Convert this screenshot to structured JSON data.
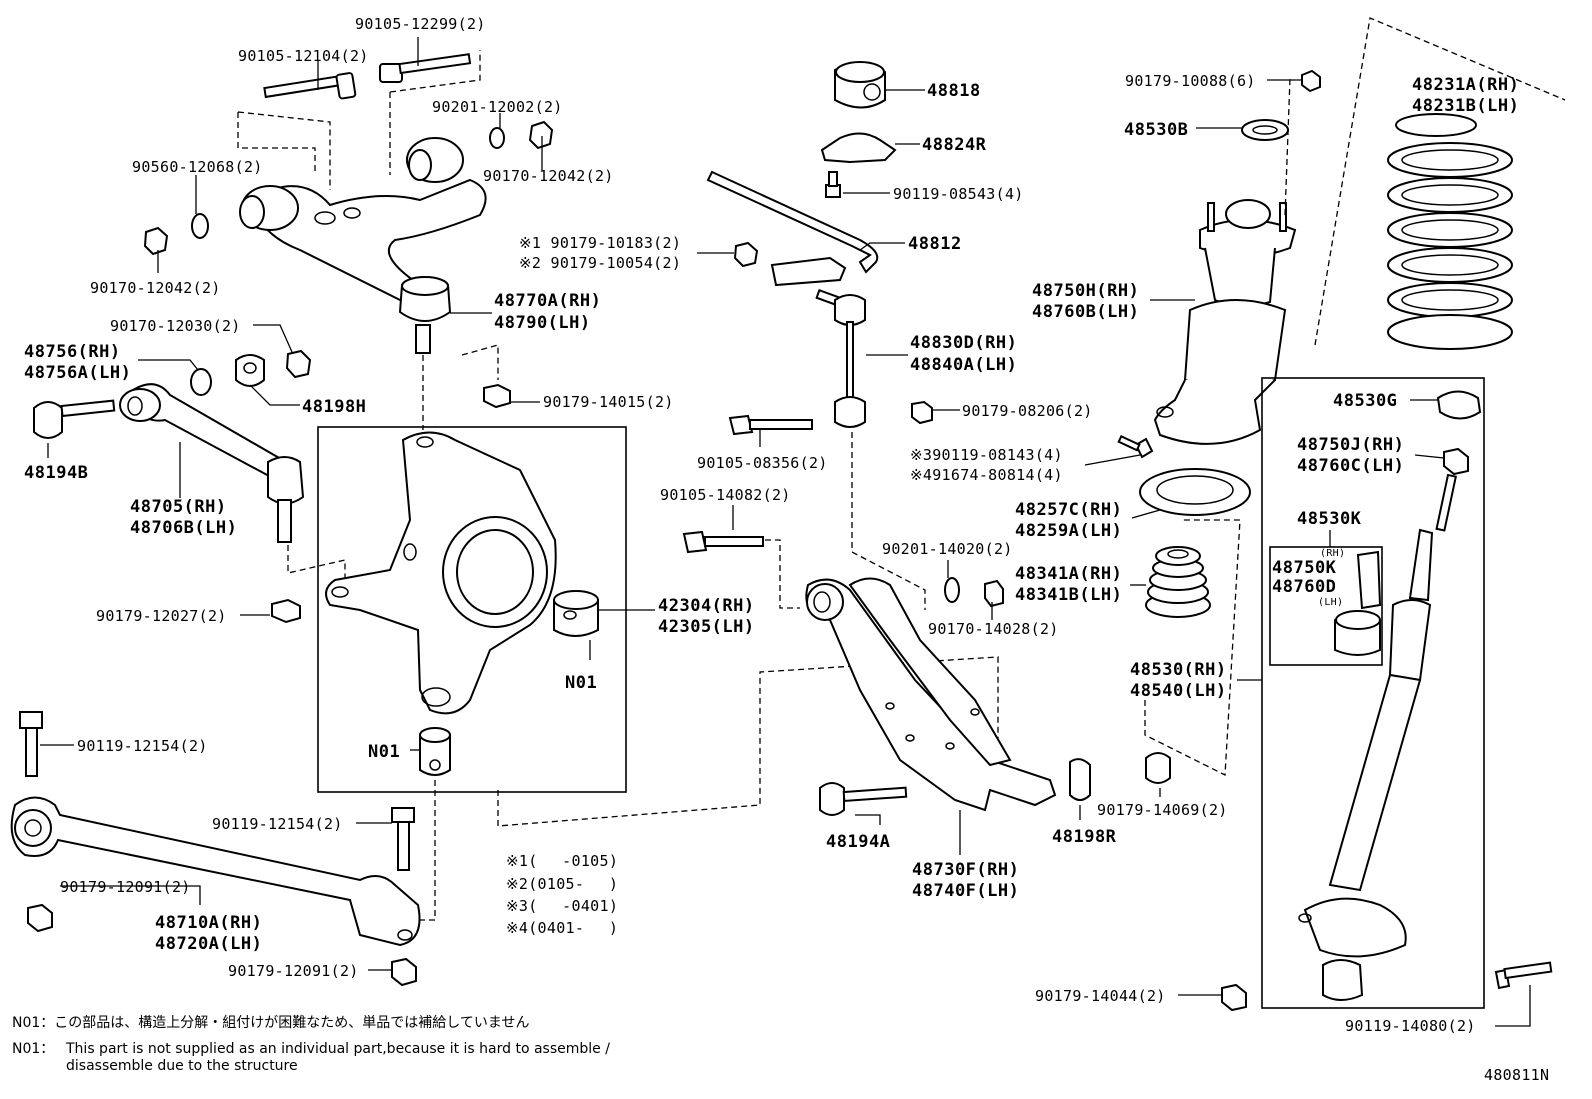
{
  "drawing_id": "480811N",
  "labels": {
    "p90105_12299": "90105-12299(2)",
    "p90105_12104": "90105-12104(2)",
    "p90201_12002": "90201-12002(2)",
    "p90170_12042_a": "90170-12042(2)",
    "p90560_12068": "90560-12068(2)",
    "p90170_12042_b": "90170-12042(2)",
    "p48770A": "48770A(RH)",
    "p48790": "48790(LH)",
    "p90170_12030": "90170-12030(2)",
    "p48756": "48756(RH)",
    "p48756A": "48756A(LH)",
    "p48198H": "48198H",
    "p90179_14015": "90179-14015(2)",
    "p48194B": "48194B",
    "p48705": "48705(RH)",
    "p48706B": "48706B(LH)",
    "p90179_12027": "90179-12027(2)",
    "p90119_12154_a": "90119-12154(2)",
    "p90119_12154_b": "90119-12154(2)",
    "p90179_12091_a": "90179-12091(2)",
    "p48710A": "48710A(RH)",
    "p48720A": "48720A(LH)",
    "p90179_12091_b": "90179-12091(2)",
    "pN01_a": "N01",
    "pN01_b": "N01",
    "p42304": "42304(RH)",
    "p42305": "42305(LH)",
    "p48818": "48818",
    "p48824R": "48824R",
    "p90119_08543": "90119-08543(4)",
    "p48812": "48812",
    "p90179_10183": "※1 90179-10183(2)",
    "p90179_10054": "※2 90179-10054(2)",
    "p48830D": "48830D(RH)",
    "p48840A": "48840A(LH)",
    "p90179_08206": "90179-08206(2)",
    "p90105_08356": "90105-08356(2)",
    "p90119_08143": "※390119-08143(4)",
    "p91674_80814": "※491674-80814(4)",
    "p90105_14082": "90105-14082(2)",
    "p90201_14020": "90201-14020(2)",
    "p90170_14028": "90170-14028(2)",
    "p48194A": "48194A",
    "p48198R": "48198R",
    "p48730F": "48730F(RH)",
    "p48740F": "48740F(LH)",
    "p90179_10088": "90179-10088(6)",
    "p48530B": "48530B",
    "p48750H": "48750H(RH)",
    "p48760B": "48760B(LH)",
    "p48257C": "48257C(RH)",
    "p48259A": "48259A(LH)",
    "p48341A": "48341A(RH)",
    "p48341B": "48341B(LH)",
    "p48530": "48530(RH)",
    "p48540": "48540(LH)",
    "p90179_14069": "90179-14069(2)",
    "p48231A": "48231A(RH)",
    "p48231B": "48231B(LH)",
    "p48530G": "48530G",
    "p48750J": "48750J(RH)",
    "p48760C": "48760C(LH)",
    "p48530K": "48530K",
    "p48750K_rh": "(RH)",
    "p48750K": "48750K",
    "p48760D": "48760D",
    "p48760D_lh": "(LH)",
    "p90179_14044": "90179-14044(2)",
    "p90119_14080": "90119-14080(2)"
  },
  "footnotes": [
    "※1(　 -0105)",
    "※2(0105-　 )",
    "※3(　 -0401)",
    "※4(0401-　 )"
  ],
  "notes": {
    "jp": "N01：この部品は、構造上分解・組付けが困難なため、単品では補給していません",
    "en_prefix": "N01：",
    "en_line1": "This part is not supplied as an individual part,because it is hard to assemble /",
    "en_line2": "disassemble due to the structure"
  }
}
